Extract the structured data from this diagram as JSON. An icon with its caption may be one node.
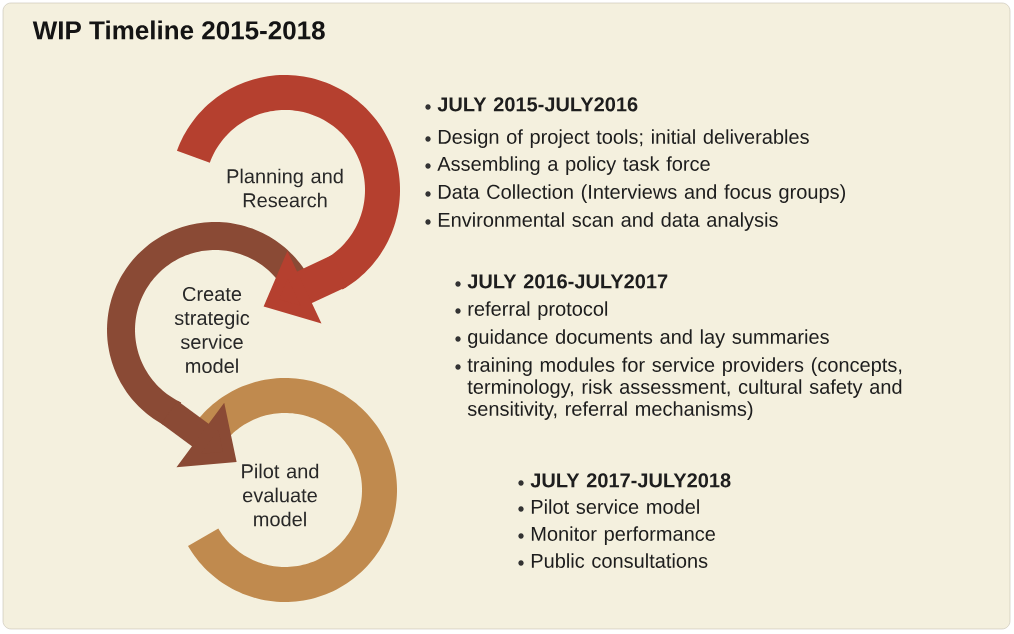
{
  "diagram": {
    "title": "WIP Timeline 2015-2018",
    "nodes": [
      {
        "text": [
          "Planning and Research"
        ]
      },
      {
        "text": [
          "Create strategic service model"
        ]
      },
      {
        "text": [
          "Pilot and evaluate model"
        ]
      }
    ],
    "edges": [
      {
        "from": 0,
        "to": 1,
        "arrow": "to"
      },
      {
        "from": 1,
        "to": 2,
        "arrow": "to"
      }
    ],
    "labels": [
      "JULY 2015-JULY2016",
      "Design of project tools; initial deliverables",
      "Assembling a policy task force",
      "Data Collection (Interviews and focus groups)",
      "Environmental scan and data analysis",
      "JULY 2016-JULY2017",
      "referral protocol",
      "guidance documents and lay summaries",
      "training modules for service providers (concepts, terminology, risk assessment, cultural safety and sensitivity, referral mechanisms)",
      "JULY 2017-JULY2018",
      "Pilot service model",
      "Monitor performance",
      "Public consultations"
    ]
  }
}
